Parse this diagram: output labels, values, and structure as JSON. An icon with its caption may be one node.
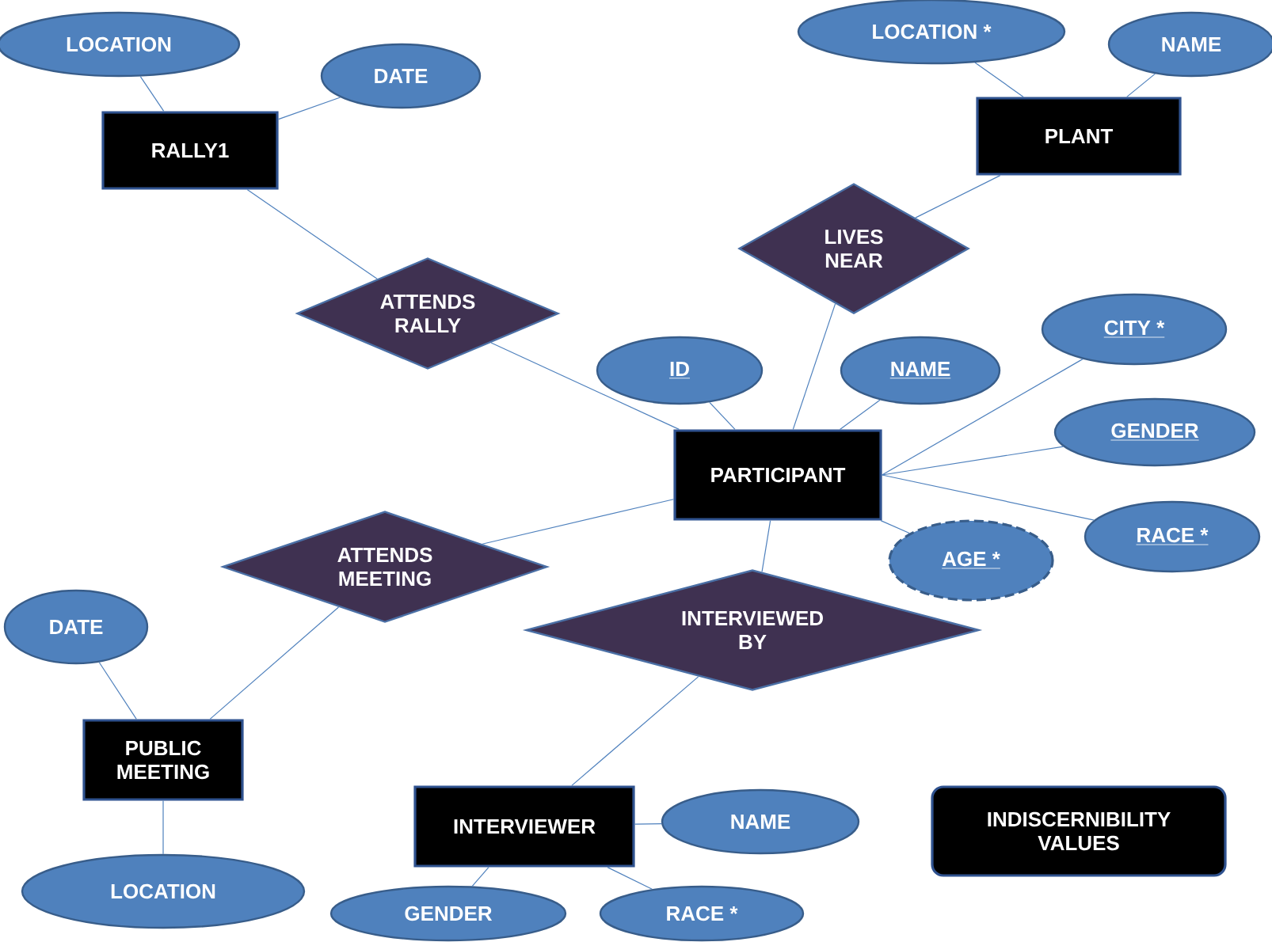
{
  "diagram": {
    "nodes": [
      {
        "text": [
          "RALLY1"
        ]
      },
      {
        "text": [
          "LOCATION"
        ]
      },
      {
        "text": [
          "DATE"
        ]
      },
      {
        "text": [
          "PLANT"
        ]
      },
      {
        "text": [
          "LOCATION *"
        ]
      },
      {
        "text": [
          "NAME"
        ]
      },
      {
        "text": [
          "ATTENDS RALLY"
        ]
      },
      {
        "text": [
          "LIVES NEAR"
        ]
      },
      {
        "text": [
          "ID"
        ]
      },
      {
        "text": [
          "NAME"
        ]
      },
      {
        "text": [
          "CITY *"
        ]
      },
      {
        "text": [
          "GENDER"
        ]
      },
      {
        "text": [
          "PARTICIPANT"
        ]
      },
      {
        "text": [
          "RACE *"
        ]
      },
      {
        "text": [
          "AGE *"
        ]
      },
      {
        "text": [
          "ATTENDS MEETING"
        ]
      },
      {
        "text": [
          "INTERVIEWED BY"
        ]
      },
      {
        "text": [
          "DATE"
        ]
      },
      {
        "text": [
          "PUBLIC MEETING"
        ]
      },
      {
        "text": [
          "LOCATION"
        ]
      },
      {
        "text": [
          "INTERVIEWER"
        ]
      },
      {
        "text": [
          "NAME"
        ]
      },
      {
        "text": [
          "GENDER"
        ]
      },
      {
        "text": [
          "RACE *"
        ]
      },
      {
        "text": [
          "INDISCERNIBILITY VALUES"
        ]
      }
    ],
    "edges": [
      {
        "from": 0,
        "to": 1,
        "arrow": "none"
      },
      {
        "from": 0,
        "to": 2,
        "arrow": "none"
      },
      {
        "from": 0,
        "to": 6,
        "arrow": "none"
      },
      {
        "from": 3,
        "to": 4,
        "arrow": "none"
      },
      {
        "from": 3,
        "to": 5,
        "arrow": "none"
      },
      {
        "from": 3,
        "to": 7,
        "arrow": "none"
      },
      {
        "from": 6,
        "to": 12,
        "arrow": "none"
      },
      {
        "from": 7,
        "to": 12,
        "arrow": "none"
      },
      {
        "from": 8,
        "to": 12,
        "arrow": "none"
      },
      {
        "from": 9,
        "to": 12,
        "arrow": "none"
      },
      {
        "from": 10,
        "to": 12,
        "arrow": "none"
      },
      {
        "from": 11,
        "to": 12,
        "arrow": "none"
      },
      {
        "from": 13,
        "to": 12,
        "arrow": "none"
      },
      {
        "from": 14,
        "to": 12,
        "arrow": "none"
      },
      {
        "from": 15,
        "to": 12,
        "arrow": "none"
      },
      {
        "from": 12,
        "to": 16,
        "arrow": "none"
      },
      {
        "from": 15,
        "to": 18,
        "arrow": "none"
      },
      {
        "from": 16,
        "to": 20,
        "arrow": "none"
      },
      {
        "from": 17,
        "to": 18,
        "arrow": "none"
      },
      {
        "from": 18,
        "to": 19,
        "arrow": "none"
      },
      {
        "from": 20,
        "to": 21,
        "arrow": "none"
      },
      {
        "from": 20,
        "to": 22,
        "arrow": "none"
      },
      {
        "from": 20,
        "to": 23,
        "arrow": "none"
      }
    ]
  }
}
